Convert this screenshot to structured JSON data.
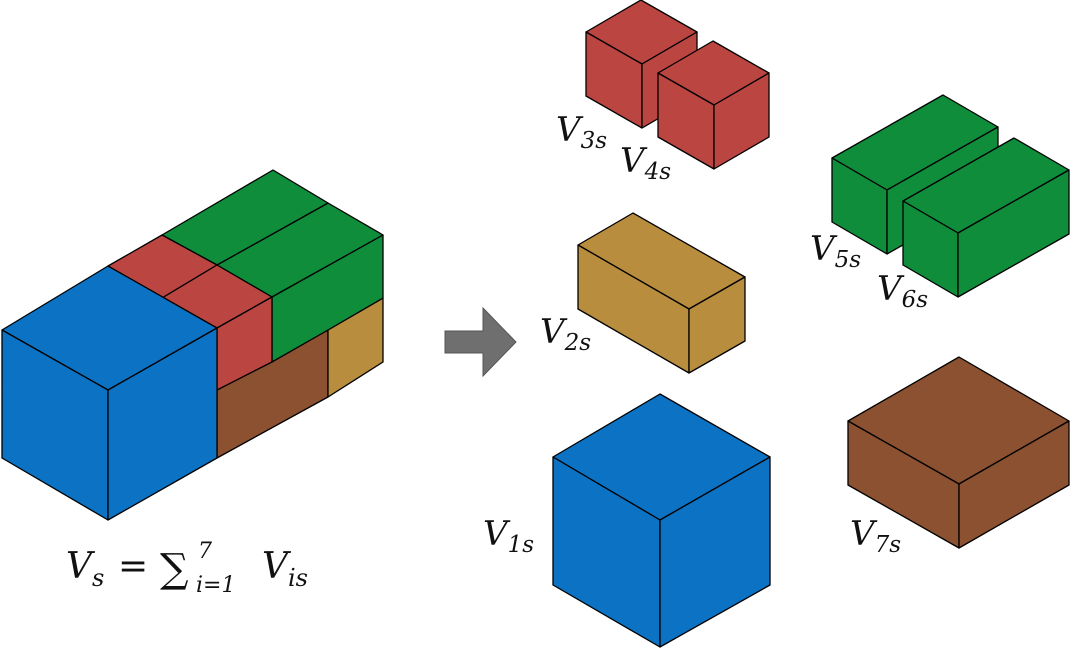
{
  "diagram": {
    "colors": {
      "blue": "#0b72c4",
      "red": "#bb4540",
      "green": "#0f8d3b",
      "gold": "#b98d3e",
      "brown": "#8b5130",
      "arrow": "#6f6f6f",
      "outline": "#000000"
    },
    "formula": {
      "lhs_symbol": "V",
      "lhs_sub": "s",
      "equals": "=",
      "sum_symbol": "∑",
      "sum_upper": "7",
      "sum_lower": "i=1",
      "term_symbol": "V",
      "term_sub": "is"
    },
    "labels": [
      {
        "symbol": "V",
        "sub": "1s"
      },
      {
        "symbol": "V",
        "sub": "2s"
      },
      {
        "symbol": "V",
        "sub": "3s"
      },
      {
        "symbol": "V",
        "sub": "4s"
      },
      {
        "symbol": "V",
        "sub": "5s"
      },
      {
        "symbol": "V",
        "sub": "6s"
      },
      {
        "symbol": "V",
        "sub": "7s"
      }
    ]
  }
}
